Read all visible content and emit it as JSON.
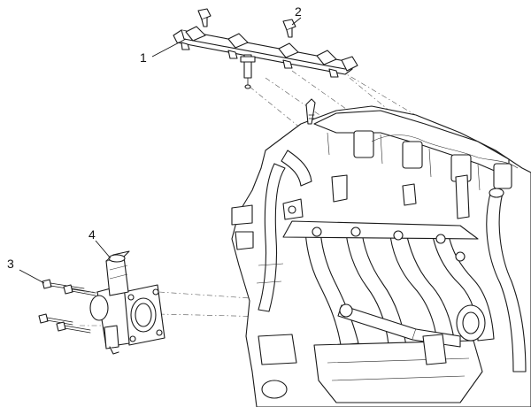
{
  "diagram": {
    "callouts": [
      {
        "id": "1",
        "label": "1"
      },
      {
        "id": "2",
        "label": "2"
      },
      {
        "id": "3",
        "label": "3"
      },
      {
        "id": "4",
        "label": "4"
      }
    ],
    "parts": {
      "part_1": "fuel-rail",
      "part_2": "rail-bolts",
      "part_3": "throttle-body-bolts",
      "part_4": "throttle-body",
      "base": "engine-block-intake-manifold"
    }
  }
}
